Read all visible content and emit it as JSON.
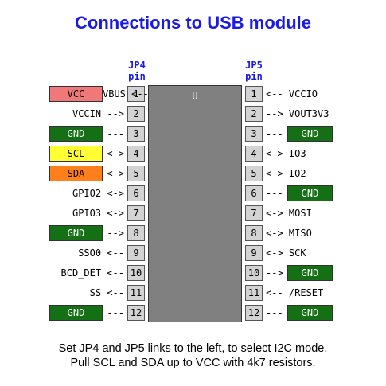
{
  "title": "Connections to USB module",
  "jp4": {
    "name": "JP4",
    "sub": "pin"
  },
  "jp5": {
    "name": "JP5",
    "sub": "pin"
  },
  "chip_label": "U",
  "left_rows": [
    {
      "pin": "1",
      "text": "VBUS <--",
      "box": "VCC",
      "box_color": "#f07878",
      "box_text_color": "#000000"
    },
    {
      "pin": "2",
      "text": "VCCIN -->"
    },
    {
      "pin": "3",
      "text": "---",
      "box": "GND",
      "box_color": "#157015",
      "box_text_color": "#ffffff"
    },
    {
      "pin": "4",
      "text": "<->",
      "box": "SCL",
      "box_color": "#ffff33",
      "box_text_color": "#000000"
    },
    {
      "pin": "5",
      "text": "<->",
      "box": "SDA",
      "box_color": "#ff7f1a",
      "box_text_color": "#000000"
    },
    {
      "pin": "6",
      "text": "GPIO2 <->"
    },
    {
      "pin": "7",
      "text": "GPIO3 <->"
    },
    {
      "pin": "8",
      "text": "-->",
      "box": "GND",
      "box_color": "#157015",
      "box_text_color": "#ffffff"
    },
    {
      "pin": "9",
      "text": "SSO0 <--"
    },
    {
      "pin": "10",
      "text": "BCD_DET <--"
    },
    {
      "pin": "11",
      "text": "SS <--"
    },
    {
      "pin": "12",
      "text": "---",
      "box": "GND",
      "box_color": "#157015",
      "box_text_color": "#ffffff"
    }
  ],
  "right_rows": [
    {
      "pin": "1",
      "text": "<-- VCCIO"
    },
    {
      "pin": "2",
      "text": "--> VOUT3V3"
    },
    {
      "pin": "3",
      "text": "---",
      "box": "GND",
      "box_color": "#157015",
      "box_text_color": "#ffffff"
    },
    {
      "pin": "4",
      "text": "<-> IO3"
    },
    {
      "pin": "5",
      "text": "<-> IO2"
    },
    {
      "pin": "6",
      "text": "---",
      "box": "GND",
      "box_color": "#157015",
      "box_text_color": "#ffffff"
    },
    {
      "pin": "7",
      "text": "<-> MOSI"
    },
    {
      "pin": "8",
      "text": "<-> MISO"
    },
    {
      "pin": "9",
      "text": "<-> SCK"
    },
    {
      "pin": "10",
      "text": "-->",
      "box": "GND",
      "box_color": "#157015",
      "box_text_color": "#ffffff"
    },
    {
      "pin": "11",
      "text": "<-- /RESET"
    },
    {
      "pin": "12",
      "text": "---",
      "box": "GND",
      "box_color": "#157015",
      "box_text_color": "#ffffff"
    }
  ],
  "footer": {
    "line1": "Set JP4 and JP5 links to the left, to select I2C mode.",
    "line2": "Pull SCL and SDA up to VCC with 4k7 resistors."
  }
}
